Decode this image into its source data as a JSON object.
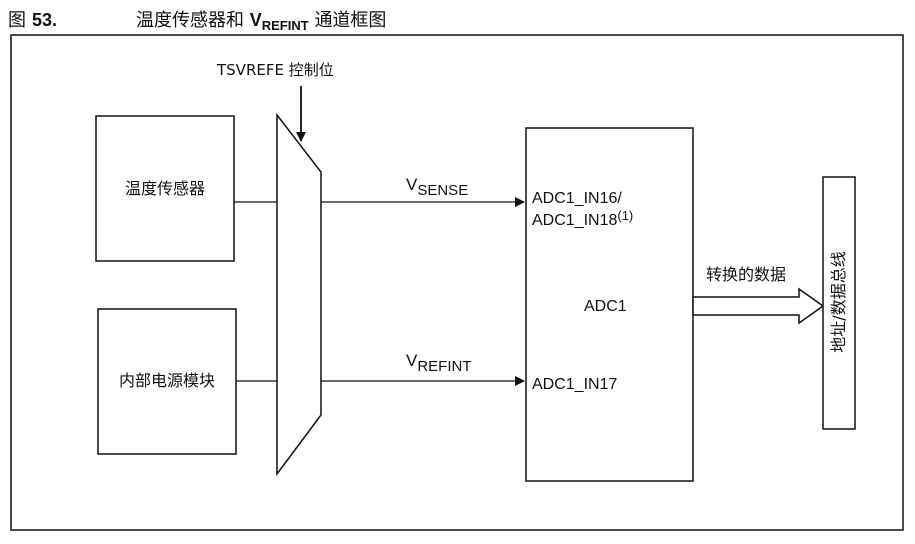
{
  "caption": {
    "figure_label": "图",
    "figure_number": "53.",
    "title_prefix": "温度传感器和",
    "title_v": "V",
    "title_sub": "REFINT",
    "title_suffix": "通道框图"
  },
  "control": {
    "label": "TSVREFE 控制位"
  },
  "sensor_box": {
    "label": "温度传感器"
  },
  "internal_box": {
    "label": "内部电源模块"
  },
  "signals": {
    "vsense_v": "V",
    "vsense_sub": "SENSE",
    "vrefint_v": "V",
    "vrefint_sub": "REFINT"
  },
  "adc": {
    "in16": "ADC1_IN16/",
    "in18": "ADC1_IN18",
    "in18_note": "(1)",
    "name": "ADC1",
    "in17": "ADC1_IN17"
  },
  "converted_data": {
    "label": "转换的数据"
  },
  "bus": {
    "label": "地址/数据总线"
  },
  "colors": {
    "line": "#111111",
    "background": "#ffffff"
  }
}
